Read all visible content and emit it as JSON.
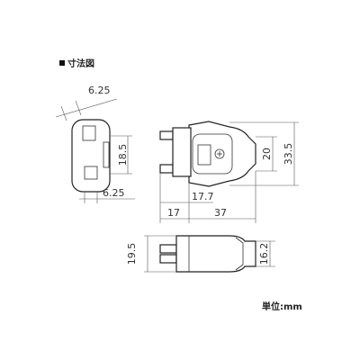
{
  "header": {
    "title": "寸法図"
  },
  "unit_label": "単位:mm",
  "dimensions": {
    "side_top": "6.25",
    "side_height": "18.5",
    "side_bottom": "6.25",
    "front_inner_height": "20",
    "front_outer_height": "33.5",
    "front_inner_length": "17.7",
    "front_pin_length": "17",
    "front_body_length": "37",
    "bottom_height": "19.5",
    "bottom_end_height": "16.2"
  }
}
